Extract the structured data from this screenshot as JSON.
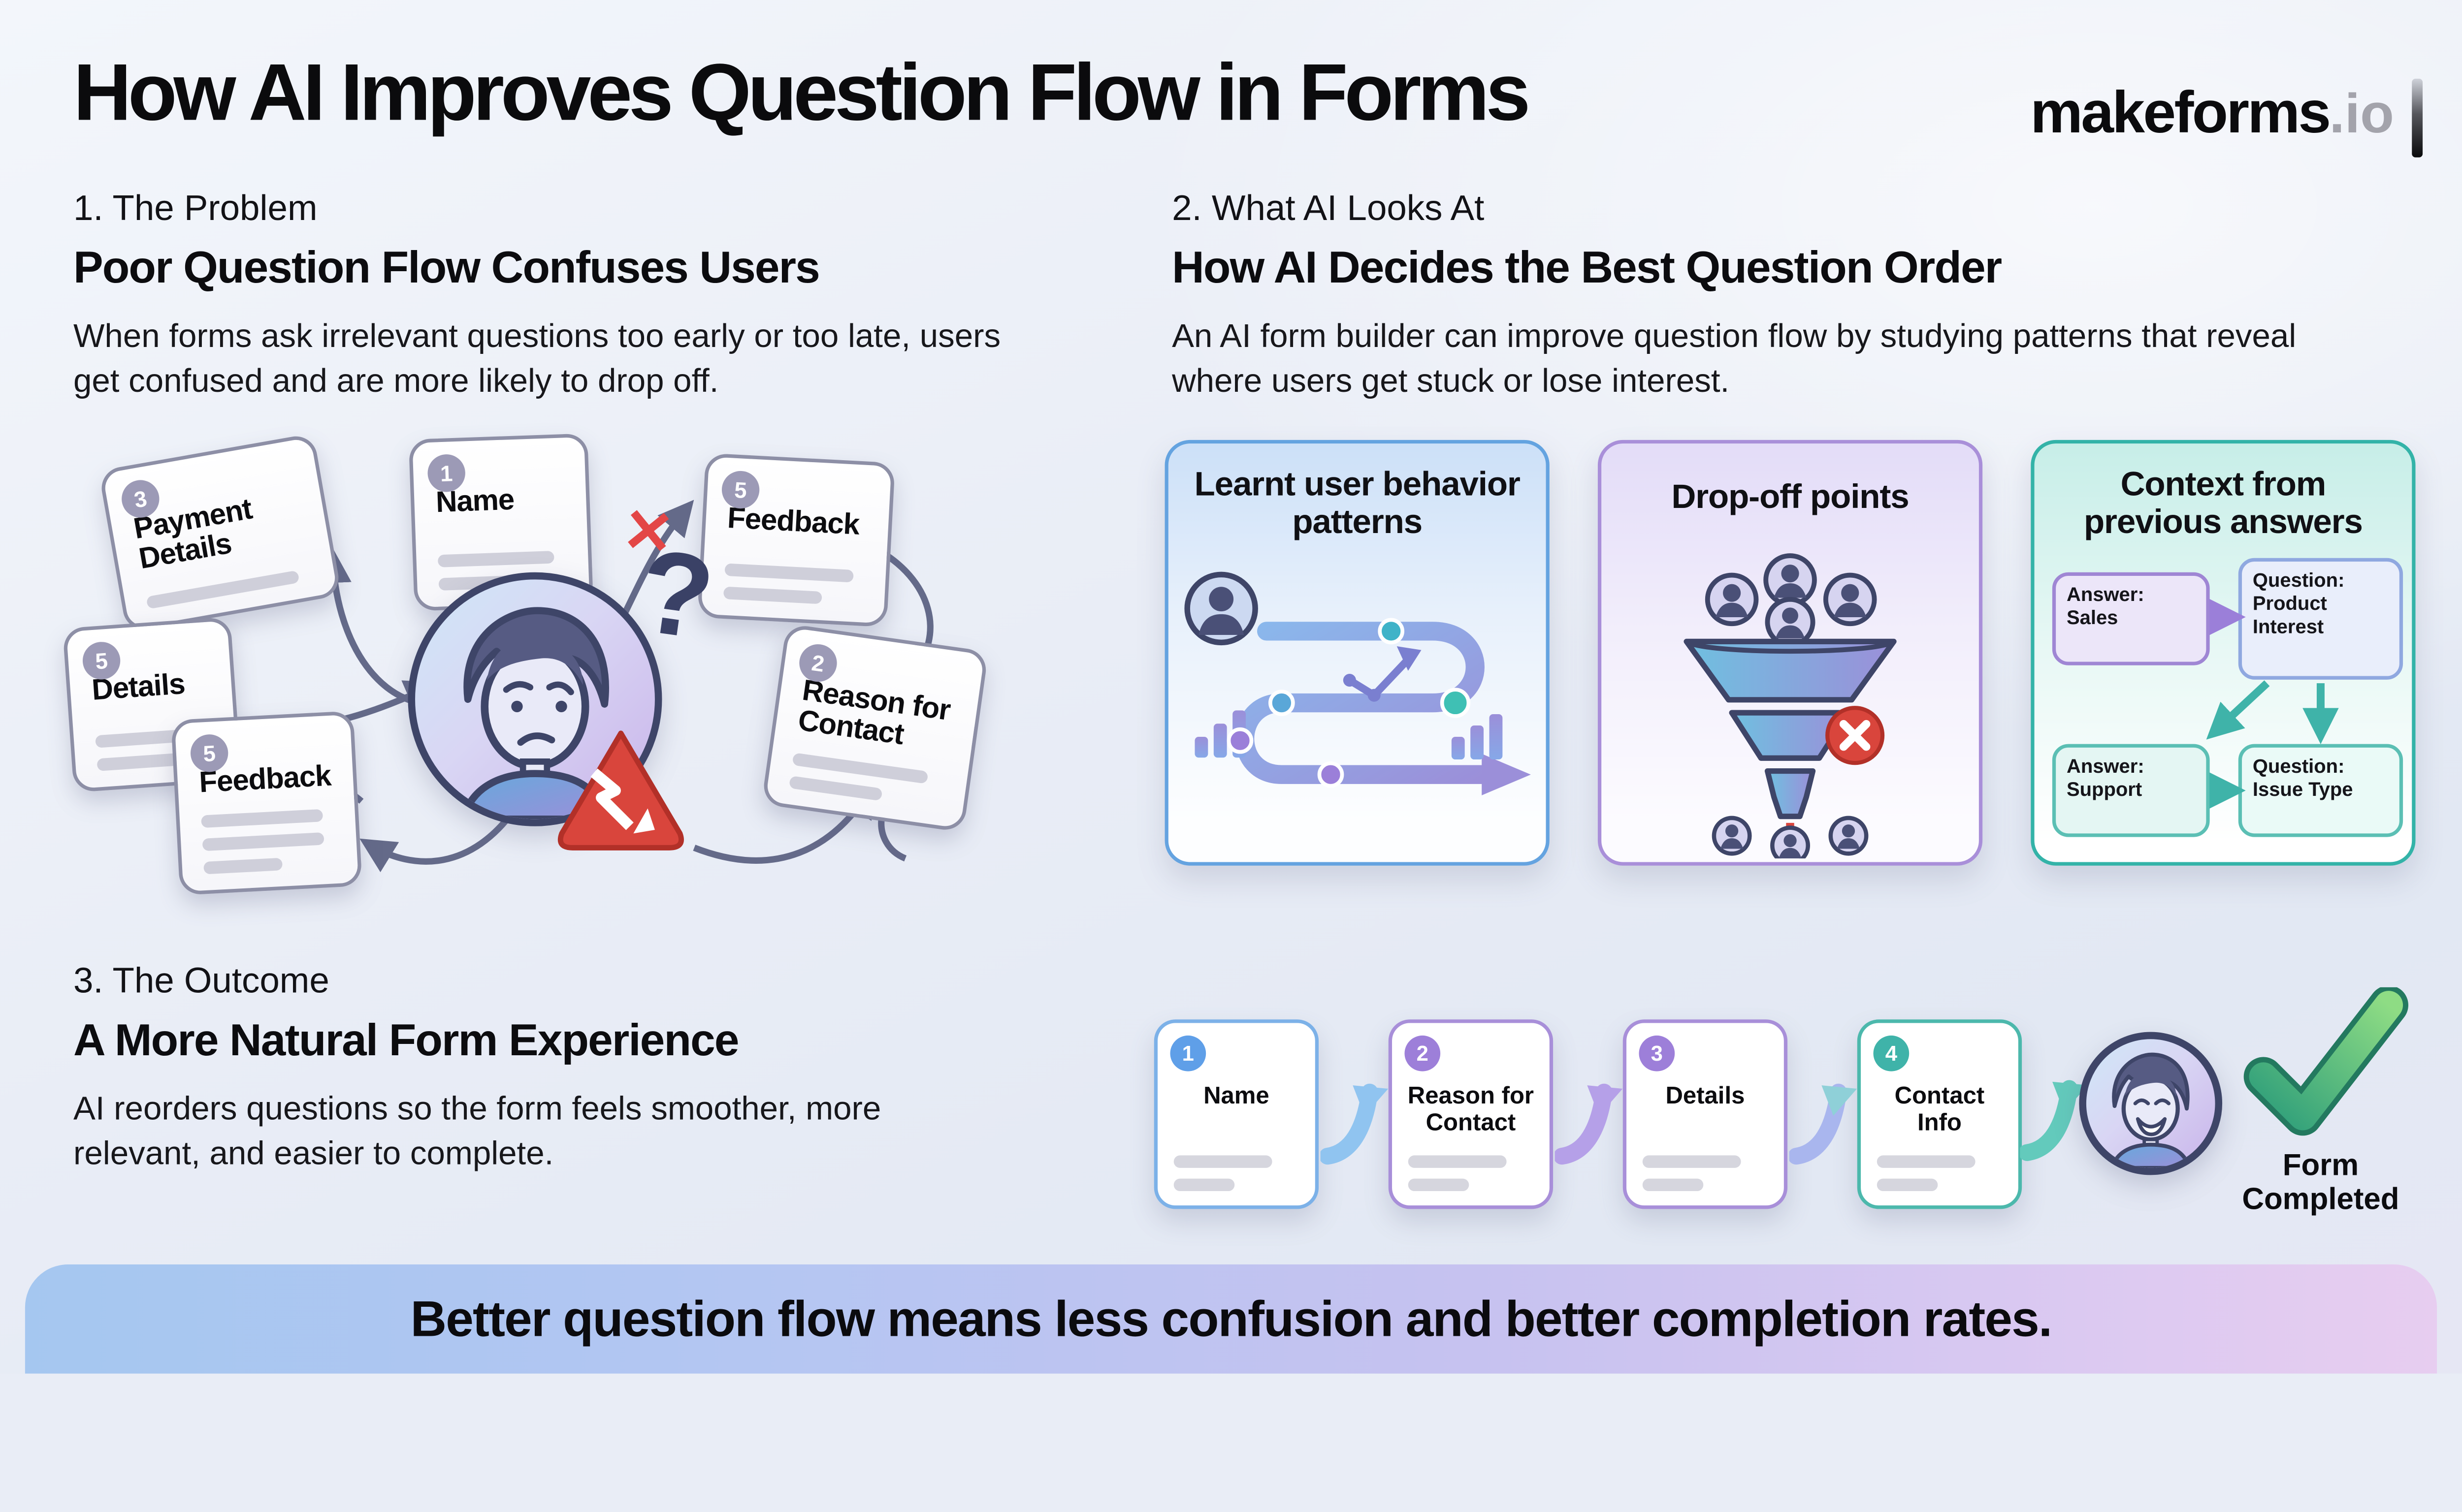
{
  "header": {
    "title": "How AI Improves Question Flow in Forms",
    "brand_name": "makeforms",
    "brand_tld": ".io"
  },
  "problem": {
    "label": "1. The Problem",
    "heading": "Poor Question Flow Confuses Users",
    "body": "When forms ask irrelevant questions too early or too late, users get confused and are more likely to drop off.",
    "cards": [
      {
        "num": "3",
        "label": "Payment Details"
      },
      {
        "num": "1",
        "label": "Name"
      },
      {
        "num": "5",
        "label": "Feedback"
      },
      {
        "num": "5",
        "label": "Details"
      },
      {
        "num": "5",
        "label": "Feedback"
      },
      {
        "num": "2",
        "label": "Reason for Contact"
      }
    ]
  },
  "ai": {
    "label": "2. What AI Looks At",
    "heading": "How AI Decides the Best Question Order",
    "body": "An AI form builder can improve question flow by studying patterns that reveal where users get stuck or lose interest.",
    "cards": [
      {
        "title": "Learnt user behavior patterns"
      },
      {
        "title": "Drop-off points"
      },
      {
        "title": "Context from previous answers",
        "boxes": [
          {
            "label": "Answer:\nSales"
          },
          {
            "label": "Question:\nProduct Interest"
          },
          {
            "label": "Answer:\nSupport"
          },
          {
            "label": "Question:\nIssue Type"
          }
        ]
      }
    ]
  },
  "outcome": {
    "label": "3. The Outcome",
    "heading": "A More Natural Form Experience",
    "body": "AI reorders questions so the form feels smoother, more relevant, and easier to complete.",
    "flow": [
      {
        "num": "1",
        "label": "Name"
      },
      {
        "num": "2",
        "label": "Reason for Contact"
      },
      {
        "num": "3",
        "label": "Details"
      },
      {
        "num": "4",
        "label": "Contact Info"
      }
    ],
    "result_label": "Form Completed"
  },
  "banner": {
    "text": "Better question flow means less confusion and better completion rates."
  },
  "colors": {
    "card_blue_border": "#64a3e0",
    "card_purple_border": "#a98fd9",
    "card_teal_border": "#33b3a8",
    "badge_gray": "#9c9ab6",
    "badge_blue": "#5f9fe8",
    "badge_purple": "#9d7fd9",
    "badge_teal": "#3fb3a9",
    "alert_red": "#d9453c",
    "check_green": "#3aa87c",
    "banner_left": "#a5c7f0",
    "banner_right": "#e7cdf0"
  }
}
